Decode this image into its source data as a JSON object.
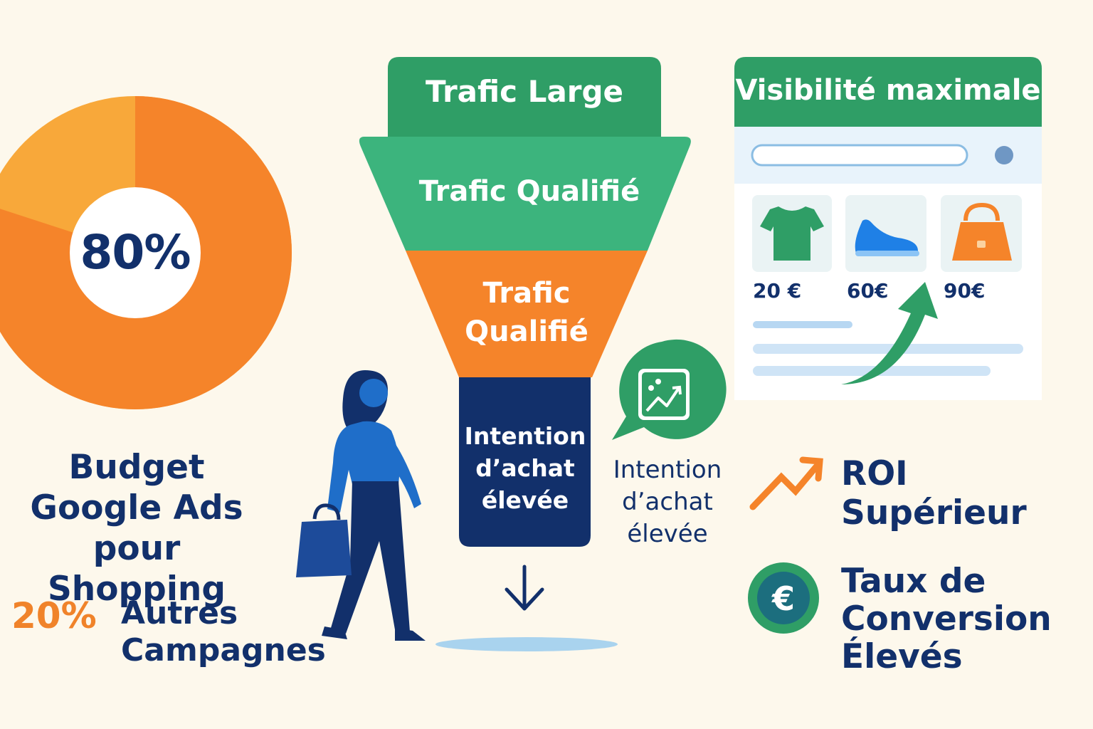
{
  "donut": {
    "center_label": "80%",
    "main_label_lines": [
      "Budget",
      "Google Ads",
      "pour Shopping"
    ],
    "other_percent": "20%",
    "other_label_lines": [
      "Autres",
      "Campagnes"
    ],
    "main_share": 80,
    "other_share": 20,
    "colors": {
      "main": "#f5842a",
      "other": "#f8a83a"
    }
  },
  "funnel": {
    "top": "Trafic Large",
    "middle": "Trafic Qualifié",
    "lower_lines": [
      "Trafic",
      "Qualifié"
    ],
    "spout_lines": [
      "Intention",
      "d’achat",
      "élevée"
    ],
    "colors": {
      "green_dark": "#2f9e66",
      "green_light": "#3cb47d",
      "orange": "#f5842a",
      "navy": "#12306b"
    }
  },
  "bubble": {
    "caption_lines": [
      "Intention",
      "d’achat",
      "élevée"
    ],
    "icon": "trend-chart-icon"
  },
  "visibility": {
    "title": "Visibilité maximale",
    "products": [
      {
        "icon": "tshirt-icon",
        "price": "20 €"
      },
      {
        "icon": "sneaker-icon",
        "price": "60€"
      },
      {
        "icon": "handbag-icon",
        "price": "90€"
      }
    ]
  },
  "benefits": {
    "roi_lines": [
      "ROI",
      "Supérieur"
    ],
    "roi_icon": "trend-up-icon",
    "conversion_lines": [
      "Taux de",
      "Conversion",
      "Élevés"
    ],
    "conversion_icon": "euro-coin-icon"
  }
}
